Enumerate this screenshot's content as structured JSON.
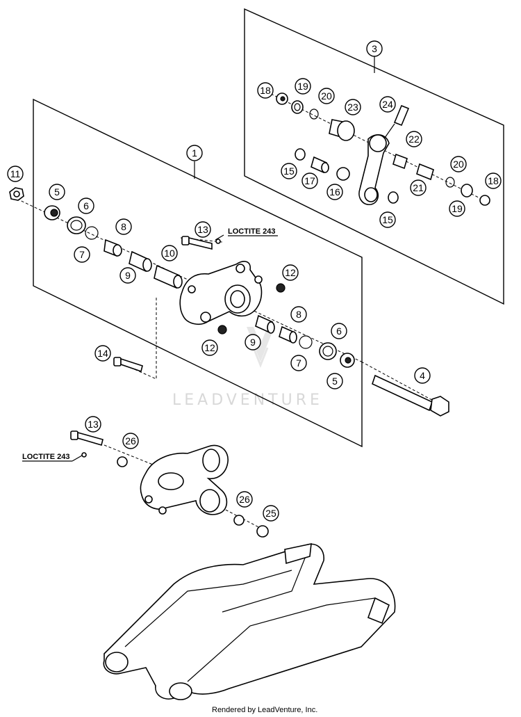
{
  "callouts": [
    {
      "id": "c11",
      "text": "11"
    },
    {
      "id": "c5a",
      "text": "5"
    },
    {
      "id": "c6a",
      "text": "6"
    },
    {
      "id": "c7a",
      "text": "7"
    },
    {
      "id": "c8a",
      "text": "8"
    },
    {
      "id": "c9a",
      "text": "9"
    },
    {
      "id": "c10",
      "text": "10"
    },
    {
      "id": "c13a",
      "text": "13"
    },
    {
      "id": "c1",
      "text": "1"
    },
    {
      "id": "c12a",
      "text": "12"
    },
    {
      "id": "c12b",
      "text": "12"
    },
    {
      "id": "c8b",
      "text": "8"
    },
    {
      "id": "c9b",
      "text": "9"
    },
    {
      "id": "c7b",
      "text": "7"
    },
    {
      "id": "c6b",
      "text": "6"
    },
    {
      "id": "c5b",
      "text": "5"
    },
    {
      "id": "c4",
      "text": "4"
    },
    {
      "id": "c14",
      "text": "14"
    },
    {
      "id": "c3",
      "text": "3"
    },
    {
      "id": "c18a",
      "text": "18"
    },
    {
      "id": "c19a",
      "text": "19"
    },
    {
      "id": "c20a",
      "text": "20"
    },
    {
      "id": "c23",
      "text": "23"
    },
    {
      "id": "c24",
      "text": "24"
    },
    {
      "id": "c22",
      "text": "22"
    },
    {
      "id": "c15a",
      "text": "15"
    },
    {
      "id": "c17",
      "text": "17"
    },
    {
      "id": "c16",
      "text": "16"
    },
    {
      "id": "c15b",
      "text": "15"
    },
    {
      "id": "c21",
      "text": "21"
    },
    {
      "id": "c20b",
      "text": "20"
    },
    {
      "id": "c18b",
      "text": "18"
    },
    {
      "id": "c19b",
      "text": "19"
    },
    {
      "id": "c13b",
      "text": "13"
    },
    {
      "id": "c26a",
      "text": "26"
    },
    {
      "id": "c26b",
      "text": "26"
    },
    {
      "id": "c25",
      "text": "25"
    }
  ],
  "notes": {
    "loctite_top": "LOCTITE 243",
    "loctite_bottom": "LOCTITE 243"
  },
  "watermark": "LEADVENTURE",
  "footer": "Rendered by LeadVenture, Inc."
}
